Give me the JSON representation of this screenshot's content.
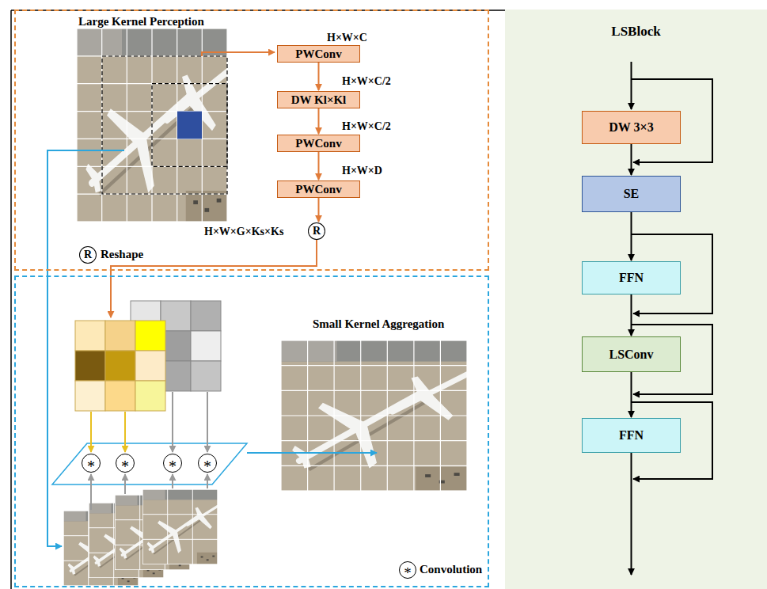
{
  "diagram": {
    "nodes": [
      {
        "text": [
          "Large Kernel Perception"
        ]
      },
      {
        "text": [
          "PWConv"
        ],
        "in": 0
      },
      {
        "text": [
          "DW Kl×Kl"
        ],
        "in": 0
      },
      {
        "text": [
          "PWConv"
        ],
        "in": 0
      },
      {
        "text": [
          "PWConv"
        ],
        "in": 0
      },
      {
        "text": [
          "R"
        ],
        "in": 0
      },
      {
        "text": [
          "R"
        ],
        "in": 0
      },
      {
        "text": [
          "Small Kernel Aggregation"
        ]
      },
      {
        "text": [
          "*"
        ],
        "in": 7
      },
      {
        "text": [
          "*"
        ],
        "in": 7
      },
      {
        "text": [
          "*"
        ],
        "in": 7
      },
      {
        "text": [
          "*"
        ],
        "in": 7
      },
      {
        "text": [
          "*"
        ],
        "in": 7
      },
      {
        "text": [
          "LSBlock"
        ]
      },
      {
        "text": [
          "DW 3×3"
        ],
        "in": 13
      },
      {
        "text": [
          "SE"
        ],
        "in": 13
      },
      {
        "text": [
          "FFN"
        ],
        "in": 13
      },
      {
        "text": [
          "LSConv"
        ],
        "in": 13
      },
      {
        "text": [
          "FFN"
        ],
        "in": 13
      }
    ],
    "edges": [
      {
        "from": 1,
        "to": 2,
        "arrow": "to"
      },
      {
        "from": 2,
        "to": 3,
        "arrow": "to"
      },
      {
        "from": 3,
        "to": 4,
        "arrow": "to"
      },
      {
        "from": 4,
        "to": 5,
        "arrow": "to"
      },
      {
        "from": 14,
        "to": 15,
        "arrow": "to"
      },
      {
        "from": 15,
        "to": 16,
        "arrow": "to"
      },
      {
        "from": 16,
        "to": 17,
        "arrow": "to"
      },
      {
        "from": 17,
        "to": 18,
        "arrow": "to"
      }
    ],
    "labels": [
      "H×W×C",
      "H×W×C/2",
      "H×W×C/2",
      "H×W×D",
      "H×W×G×Ks×Ks"
    ],
    "legend": [
      {
        "text": "Reshape"
      },
      {
        "text": "Convolution"
      }
    ]
  }
}
